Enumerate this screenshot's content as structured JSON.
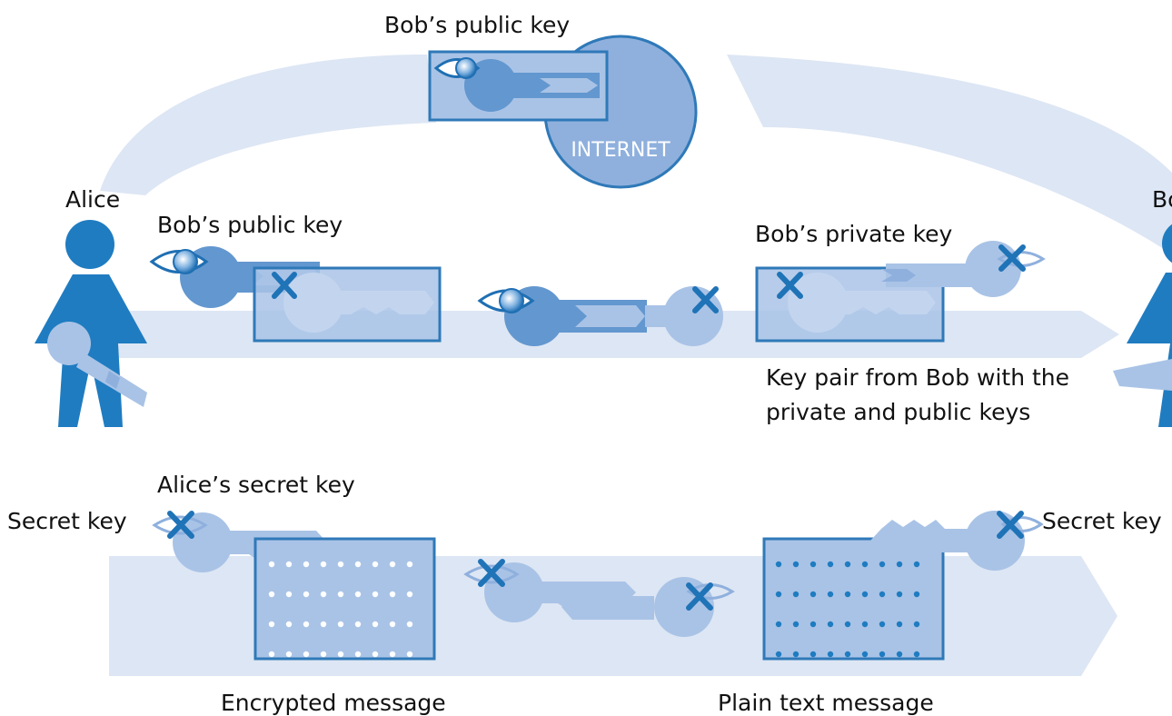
{
  "labels": {
    "alice": "Alice",
    "bob": "Bob",
    "internet": "INTERNET",
    "bob_public_key_top": "Bob’s public key",
    "bob_public_key_alice": "Bob’s public key",
    "bob_private_key": "Bob’s private key",
    "key_pair_line1": "Key pair from Bob with the",
    "key_pair_line2": "private and public keys",
    "alice_secret_key": "Alice’s secret key",
    "secret_key_left": "Secret key",
    "secret_key_right": "Secret key",
    "encrypted_message": "Encrypted message",
    "plain_text_message": "Plain text message"
  },
  "colors": {
    "band": "#dde6f4",
    "person": "#1f7cc1",
    "key_dark": "#6397cf",
    "key_light": "#a9c3e6",
    "key_mid": "#8fb0dd",
    "frame": "#2f79b8",
    "internet": "#8fb0dd",
    "cross": "#1f73b7",
    "dots": "#1f7cc1"
  },
  "icons": [
    "eye-icon",
    "cross-icon",
    "key-icon",
    "person-icon",
    "globe-icon"
  ]
}
